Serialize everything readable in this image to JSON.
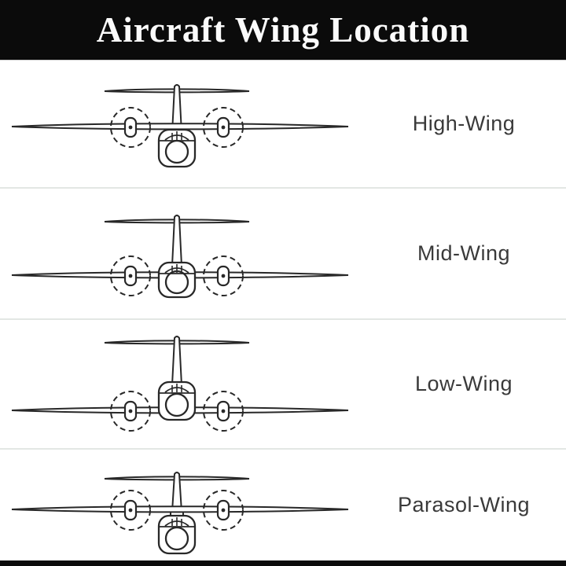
{
  "header": {
    "title": "Aircraft Wing Location"
  },
  "rows": [
    {
      "label": "High-Wing",
      "wing_position": "high",
      "figure": "twin-engine-aircraft-front-view-wing-on-top-of-fuselage"
    },
    {
      "label": "Mid-Wing",
      "wing_position": "mid",
      "figure": "twin-engine-aircraft-front-view-wing-through-middle-of-fuselage"
    },
    {
      "label": "Low-Wing",
      "wing_position": "low",
      "figure": "twin-engine-aircraft-front-view-wing-at-bottom-of-fuselage"
    },
    {
      "label": "Parasol-Wing",
      "wing_position": "parasol",
      "figure": "twin-engine-aircraft-front-view-wing-above-fuselage-on-pylon"
    }
  ],
  "colors": {
    "background": "#ffffff",
    "line": "#282828",
    "title_bg": "#0b0b0b",
    "title_fg": "#fbfbfb",
    "label": "#3a3a3a",
    "separator": "#e3e7e4"
  }
}
